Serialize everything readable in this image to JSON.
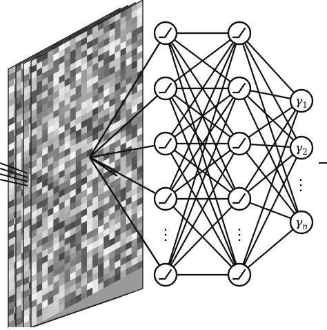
{
  "diagram": {
    "input": {
      "kind": "noise-image-stack",
      "layers": 4
    },
    "hidden_layer_1": {
      "units_shown": 5,
      "ellipsis": "⋮",
      "activation_icon": "relu-icon"
    },
    "hidden_layer_2": {
      "units_shown": 5,
      "ellipsis": "⋮",
      "activation_icon": "relu-icon"
    },
    "output_layer": {
      "nodes": [
        {
          "symbol": "γ",
          "subscript": "1"
        },
        {
          "symbol": "γ",
          "subscript": "2"
        },
        {
          "symbol": "γ",
          "subscript": "n"
        }
      ],
      "ellipsis": "⋮"
    },
    "colors": {
      "stroke": "#111111",
      "node_fill": "#ffffff"
    }
  }
}
